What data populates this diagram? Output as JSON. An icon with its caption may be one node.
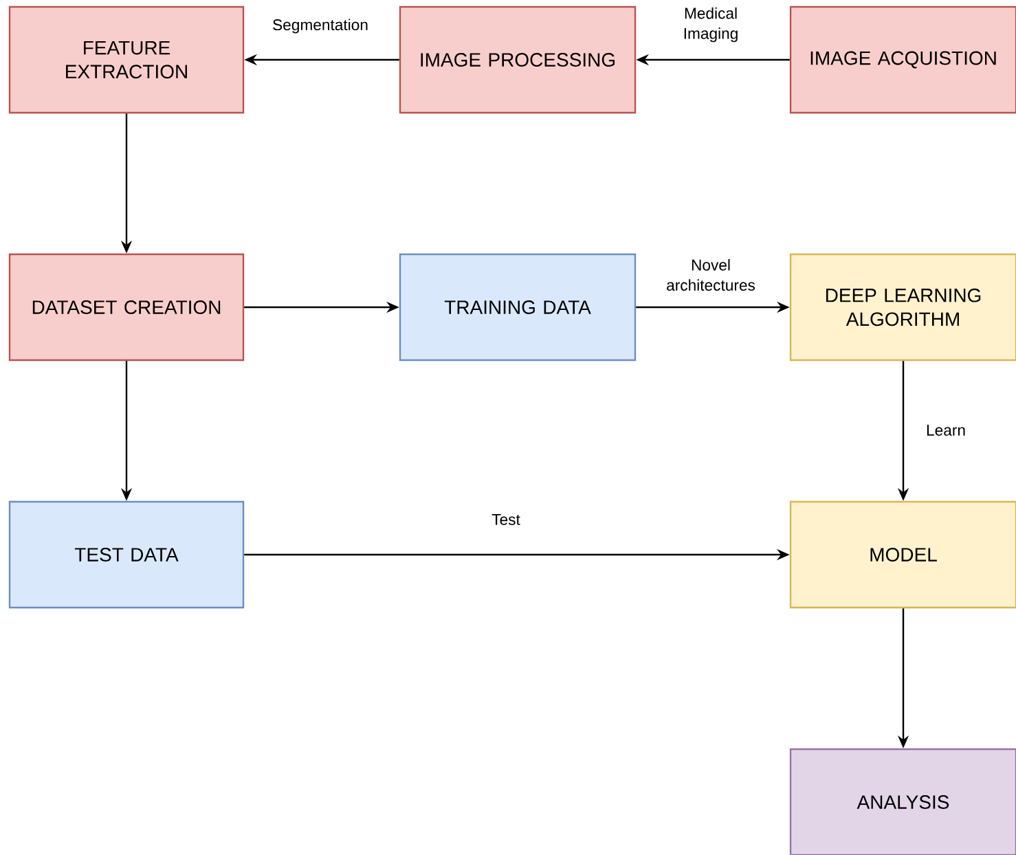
{
  "diagram": {
    "nodes": [
      {
        "text": [
          "FEATURE EXTRACTION"
        ]
      },
      {
        "text": [
          "IMAGE PROCESSING"
        ]
      },
      {
        "text": [
          "IMAGE ACQUISTION"
        ]
      },
      {
        "text": [
          "DATASET CREATION"
        ]
      },
      {
        "text": [
          "TRAINING DATA"
        ]
      },
      {
        "text": [
          "DEEP LEARNING ALGORITHM"
        ]
      },
      {
        "text": [
          "TEST DATA"
        ]
      },
      {
        "text": [
          "MODEL"
        ]
      },
      {
        "text": [
          "ANALYSIS"
        ]
      }
    ],
    "edges": [
      {
        "from": 2,
        "to": 1,
        "arrow": "to",
        "label": "Medical Imaging"
      },
      {
        "from": 1,
        "to": 0,
        "arrow": "to",
        "label": "Segmentation"
      },
      {
        "from": 0,
        "to": 3,
        "arrow": "to"
      },
      {
        "from": 3,
        "to": 4,
        "arrow": "to"
      },
      {
        "from": 4,
        "to": 5,
        "arrow": "to",
        "label": "Novel architectures"
      },
      {
        "from": 3,
        "to": 6,
        "arrow": "to"
      },
      {
        "from": 5,
        "to": 7,
        "arrow": "to",
        "label": "Learn"
      },
      {
        "from": 6,
        "to": 7,
        "arrow": "to",
        "label": "Test"
      },
      {
        "from": 7,
        "to": 8,
        "arrow": "to"
      }
    ]
  }
}
